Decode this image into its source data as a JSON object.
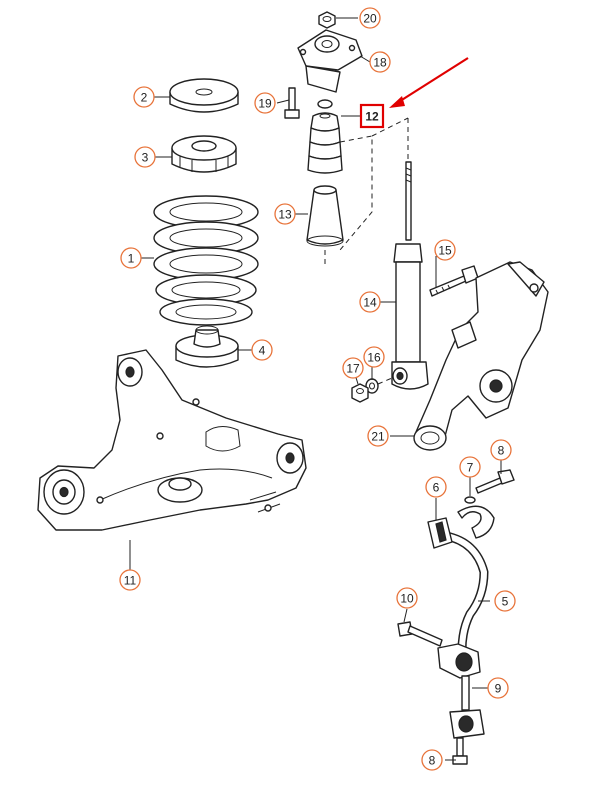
{
  "colors": {
    "callout_border": "#e8743b",
    "highlight_border": "#e00000",
    "arrow": "#e00000",
    "line": "#222222"
  },
  "highlighted_part": "12",
  "callouts": [
    {
      "id": "c1",
      "label": "1"
    },
    {
      "id": "c2",
      "label": "2"
    },
    {
      "id": "c3",
      "label": "3"
    },
    {
      "id": "c4",
      "label": "4"
    },
    {
      "id": "c5",
      "label": "5"
    },
    {
      "id": "c6",
      "label": "6"
    },
    {
      "id": "c7",
      "label": "7"
    },
    {
      "id": "c8a",
      "label": "8"
    },
    {
      "id": "c8b",
      "label": "8"
    },
    {
      "id": "c9",
      "label": "9"
    },
    {
      "id": "c10",
      "label": "10"
    },
    {
      "id": "c11",
      "label": "11"
    },
    {
      "id": "c12",
      "label": "12"
    },
    {
      "id": "c13",
      "label": "13"
    },
    {
      "id": "c14",
      "label": "14"
    },
    {
      "id": "c15",
      "label": "15"
    },
    {
      "id": "c16",
      "label": "16"
    },
    {
      "id": "c17",
      "label": "17"
    },
    {
      "id": "c18",
      "label": "18"
    },
    {
      "id": "c19",
      "label": "19"
    },
    {
      "id": "c20",
      "label": "20"
    },
    {
      "id": "c21",
      "label": "21"
    }
  ]
}
